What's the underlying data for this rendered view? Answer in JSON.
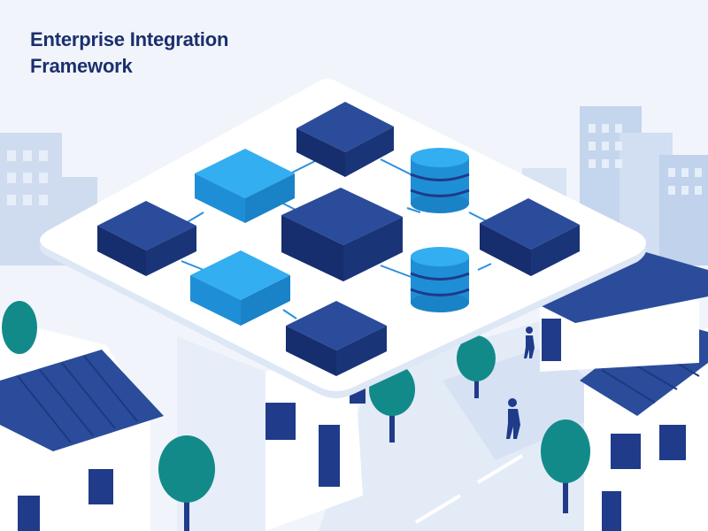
{
  "title": {
    "line1": "Enterprise Integration",
    "line2": "Framework"
  },
  "colors": {
    "background": "#f1f5fb",
    "title_text": "#1b2f6e",
    "node_dark": "#1f3b8a",
    "node_light": "#1e9ae6",
    "database": "#1e9ae6",
    "connector": "#2a8fe0",
    "platform": "#ffffff",
    "house_roof": "#2b4c9a",
    "tree": "#138a8a",
    "building_bg": "#c9d8ee"
  },
  "nodes": [
    {
      "kind": "block",
      "tone": "dark",
      "icon": "server-block-icon"
    },
    {
      "kind": "block",
      "tone": "light",
      "icon": "server-block-icon"
    },
    {
      "kind": "block",
      "tone": "dark",
      "icon": "server-block-icon"
    },
    {
      "kind": "block",
      "tone": "dark",
      "icon": "server-block-icon"
    },
    {
      "kind": "block",
      "tone": "light",
      "icon": "server-block-icon"
    },
    {
      "kind": "block",
      "tone": "dark",
      "icon": "server-block-icon"
    },
    {
      "kind": "block",
      "tone": "dark",
      "icon": "server-block-icon"
    },
    {
      "kind": "database",
      "tone": "light",
      "icon": "database-icon"
    },
    {
      "kind": "database",
      "tone": "light",
      "icon": "database-icon"
    }
  ]
}
